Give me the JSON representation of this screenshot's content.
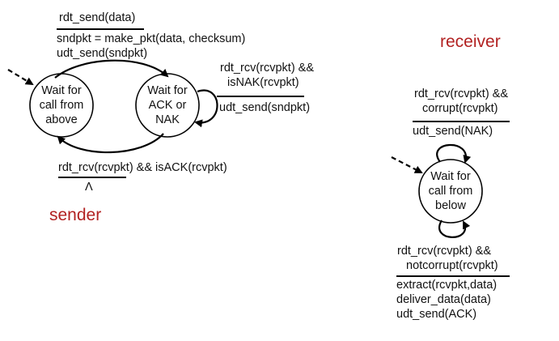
{
  "sender": {
    "title": "sender",
    "states": [
      {
        "text": "Wait for\ncall from\nabove"
      },
      {
        "text": "Wait for\nACK or\nNAK"
      }
    ],
    "t_send": {
      "event": "rdt_send(data)",
      "actions": [
        "sndpkt = make_pkt(data, checksum)",
        "udt_send(sndpkt)"
      ]
    },
    "t_nak": {
      "event": [
        "rdt_rcv(rcvpkt) &&",
        "isNAK(rcvpkt)"
      ],
      "action": "udt_send(sndpkt)"
    },
    "t_ack": {
      "event": "rdt_rcv(rcvpkt) && isACK(rcvpkt)",
      "action": "Λ"
    }
  },
  "receiver": {
    "title": "receiver",
    "state": {
      "text": "Wait for\ncall from\nbelow"
    },
    "t_corrupt": {
      "event": [
        "rdt_rcv(rcvpkt) &&",
        "corrupt(rcvpkt)"
      ],
      "action": "udt_send(NAK)"
    },
    "t_ok": {
      "event": [
        "rdt_rcv(rcvpkt) &&",
        "notcorrupt(rcvpkt)"
      ],
      "actions": [
        "extract(rcvpkt,data)",
        "deliver_data(data)",
        "udt_send(ACK)"
      ]
    }
  },
  "colors": {
    "title": "#b22222",
    "line": "#000000"
  }
}
